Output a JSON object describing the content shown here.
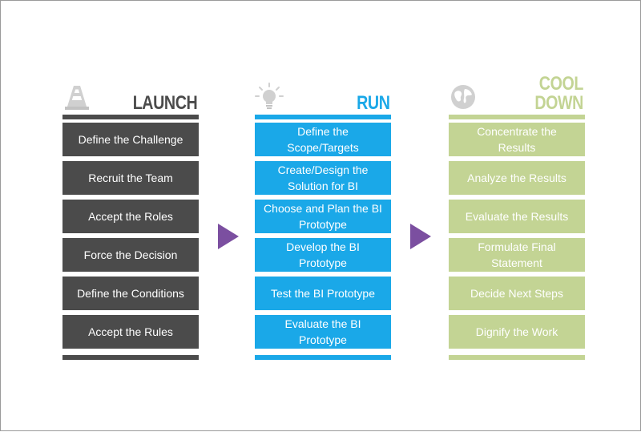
{
  "colors": {
    "launch": "#4b4b4b",
    "run": "#1aa8e8",
    "cool_down": "#c3d494",
    "arrow": "#7b4fa0"
  },
  "columns": {
    "launch": {
      "title": "LAUNCH",
      "icon": "traffic-cone-icon",
      "items": [
        "Define the Challenge",
        "Recruit the Team",
        "Accept the Roles",
        "Force the Decision",
        "Define the Conditions",
        "Accept the Rules"
      ]
    },
    "run": {
      "title": "RUN",
      "icon": "lightbulb-icon",
      "items": [
        "Define the Scope/Targets",
        "Create/Design the Solution for BI",
        "Choose and Plan the BI Prototype",
        "Develop the BI Prototype",
        "Test the BI Prototype",
        "Evaluate the BI Prototype"
      ]
    },
    "cool_down": {
      "title_line1": "COOL",
      "title_line2": "DOWN",
      "icon": "globe-icon",
      "items": [
        "Concentrate the Results",
        "Analyze the Results",
        "Evaluate the Results",
        "Formulate Final Statement",
        "Decide Next Steps",
        "Dignify the Work"
      ]
    }
  },
  "arrows": [
    "arrow-right-icon",
    "arrow-right-icon"
  ]
}
